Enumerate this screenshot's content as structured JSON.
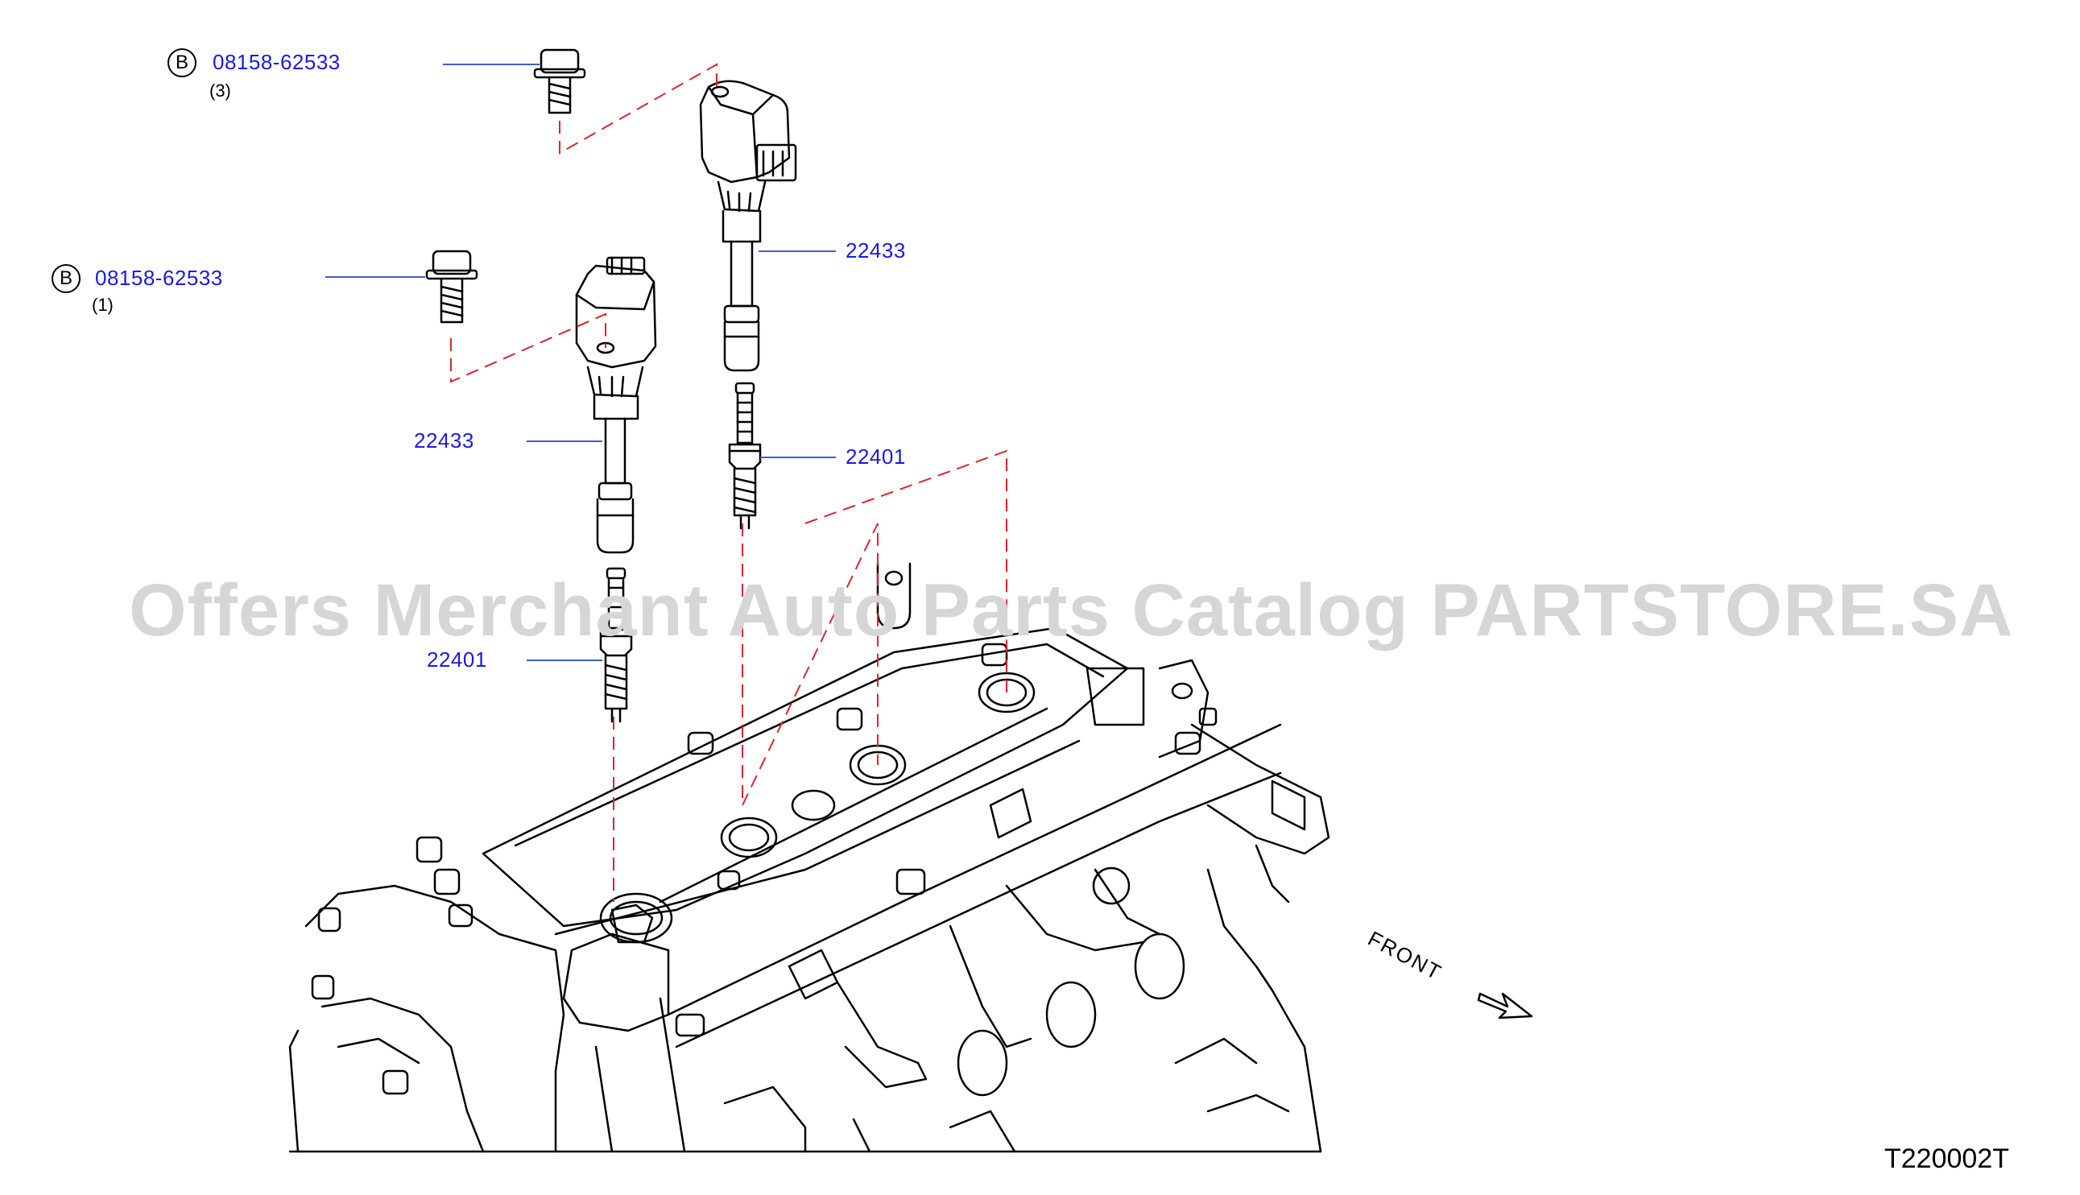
{
  "watermark": "Offers Merchant Auto Parts Catalog PARTSTORE.SA",
  "bolt_upper": {
    "badge": "B",
    "part_number": "08158-62533",
    "qty": "(3)"
  },
  "bolt_lower": {
    "badge": "B",
    "part_number": "08158-62533",
    "qty": "(1)"
  },
  "coil_right": {
    "part_number": "22433"
  },
  "coil_left": {
    "part_number": "22433"
  },
  "plug_right": {
    "part_number": "22401"
  },
  "plug_left": {
    "part_number": "22401"
  },
  "front_label": "FRONT",
  "diagram_code": "T220002T",
  "colors": {
    "callout": "#1a1ae6",
    "leader": "#3a5fd0",
    "dashed": "#e0242a",
    "line": "#000000"
  }
}
